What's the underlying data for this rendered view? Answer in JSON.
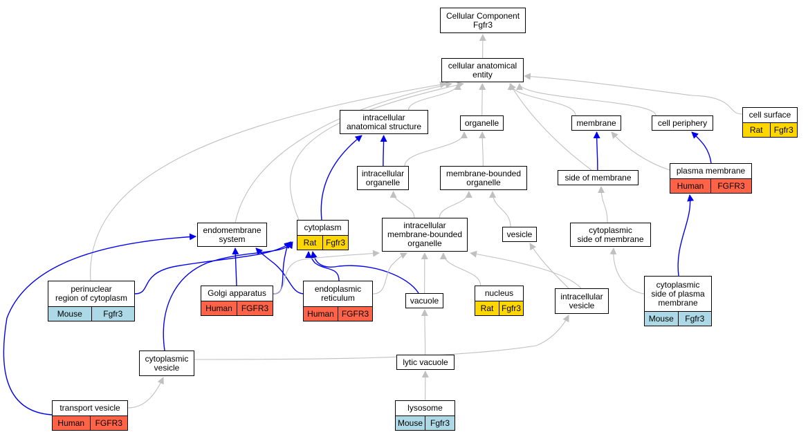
{
  "colors": {
    "gray_edge": "#c0c0c0",
    "blue_edge": "#0000ee",
    "Rat": "#ffd700",
    "Human": "#ff6347",
    "Mouse": "#add8e6"
  },
  "nodes": [
    {
      "id": "root",
      "label": "Cellular Component\nFgfr3",
      "tags": []
    },
    {
      "id": "cae",
      "label": "cellular anatomical\nentity",
      "tags": []
    },
    {
      "id": "ias",
      "label": "intracellular\nanatomical structure",
      "tags": []
    },
    {
      "id": "organelle",
      "label": "organelle",
      "tags": []
    },
    {
      "id": "membrane",
      "label": "membrane",
      "tags": []
    },
    {
      "id": "cellperiph",
      "label": "cell periphery",
      "tags": []
    },
    {
      "id": "cellsurface",
      "label": "cell surface",
      "tags": [
        {
          "s": "Rat",
          "g": "Fgfr3"
        }
      ]
    },
    {
      "id": "io",
      "label": "intracellular\norganelle",
      "tags": []
    },
    {
      "id": "mbo",
      "label": "membrane-bounded\norganelle",
      "tags": []
    },
    {
      "id": "som",
      "label": "side of membrane",
      "tags": []
    },
    {
      "id": "pm",
      "label": "plasma membrane",
      "tags": [
        {
          "s": "Human",
          "g": "FGFR3"
        }
      ]
    },
    {
      "id": "endo",
      "label": "endomembrane\nsystem",
      "tags": []
    },
    {
      "id": "cyto",
      "label": "cytoplasm",
      "tags": [
        {
          "s": "Rat",
          "g": "Fgfr3"
        }
      ]
    },
    {
      "id": "imbo",
      "label": "intracellular\nmembrane-bounded\norganelle",
      "tags": []
    },
    {
      "id": "vesicle",
      "label": "vesicle",
      "tags": []
    },
    {
      "id": "csm",
      "label": "cytoplasmic\nside of membrane",
      "tags": []
    },
    {
      "id": "perinuc",
      "label": "perinuclear\nregion of cytoplasm",
      "tags": [
        {
          "s": "Mouse",
          "g": "Fgfr3"
        }
      ]
    },
    {
      "id": "golgi",
      "label": "Golgi apparatus",
      "tags": [
        {
          "s": "Human",
          "g": "FGFR3"
        }
      ]
    },
    {
      "id": "er",
      "label": "endoplasmic\nreticulum",
      "tags": [
        {
          "s": "Human",
          "g": "FGFR3"
        }
      ]
    },
    {
      "id": "vacuole",
      "label": "vacuole",
      "tags": []
    },
    {
      "id": "nucleus",
      "label": "nucleus",
      "tags": [
        {
          "s": "Rat",
          "g": "Fgfr3"
        }
      ]
    },
    {
      "id": "icv",
      "label": "intracellular\nvesicle",
      "tags": []
    },
    {
      "id": "cspm",
      "label": "cytoplasmic\nside of plasma\nmembrane",
      "tags": [
        {
          "s": "Mouse",
          "g": "Fgfr3"
        }
      ]
    },
    {
      "id": "cv",
      "label": "cytoplasmic\nvesicle",
      "tags": []
    },
    {
      "id": "lv",
      "label": "lytic vacuole",
      "tags": []
    },
    {
      "id": "tv",
      "label": "transport vesicle",
      "tags": [
        {
          "s": "Human",
          "g": "FGFR3"
        }
      ]
    },
    {
      "id": "lyso",
      "label": "lysosome",
      "tags": [
        {
          "s": "Mouse",
          "g": "Fgfr3"
        }
      ]
    }
  ],
  "edges": [
    {
      "from": "cae",
      "to": "root",
      "type": "gray"
    },
    {
      "from": "ias",
      "to": "cae",
      "type": "gray"
    },
    {
      "from": "organelle",
      "to": "cae",
      "type": "gray"
    },
    {
      "from": "membrane",
      "to": "cae",
      "type": "gray"
    },
    {
      "from": "cellperiph",
      "to": "cae",
      "type": "gray"
    },
    {
      "from": "cellsurface",
      "to": "cae",
      "type": "gray"
    },
    {
      "from": "endo",
      "to": "cae",
      "type": "gray"
    },
    {
      "from": "perinuc",
      "to": "cae",
      "type": "gray"
    },
    {
      "from": "cyto",
      "to": "cae",
      "type": "gray"
    },
    {
      "from": "som",
      "to": "cae",
      "type": "gray"
    },
    {
      "from": "io",
      "to": "ias",
      "type": "blue"
    },
    {
      "from": "cyto",
      "to": "ias",
      "type": "blue"
    },
    {
      "from": "io",
      "to": "organelle",
      "type": "gray"
    },
    {
      "from": "mbo",
      "to": "organelle",
      "type": "gray"
    },
    {
      "from": "som",
      "to": "membrane",
      "type": "blue"
    },
    {
      "from": "pm",
      "to": "membrane",
      "type": "gray"
    },
    {
      "from": "pm",
      "to": "cellperiph",
      "type": "blue"
    },
    {
      "from": "imbo",
      "to": "io",
      "type": "gray"
    },
    {
      "from": "imbo",
      "to": "mbo",
      "type": "gray"
    },
    {
      "from": "vesicle",
      "to": "mbo",
      "type": "gray"
    },
    {
      "from": "csm",
      "to": "som",
      "type": "gray"
    },
    {
      "from": "cspm",
      "to": "pm",
      "type": "blue"
    },
    {
      "from": "cspm",
      "to": "csm",
      "type": "gray"
    },
    {
      "from": "golgi",
      "to": "endo",
      "type": "blue"
    },
    {
      "from": "er",
      "to": "endo",
      "type": "blue"
    },
    {
      "from": "tv",
      "to": "endo",
      "type": "blue"
    },
    {
      "from": "perinuc",
      "to": "cyto",
      "type": "blue"
    },
    {
      "from": "golgi",
      "to": "cyto",
      "type": "blue"
    },
    {
      "from": "er",
      "to": "cyto",
      "type": "blue"
    },
    {
      "from": "vacuole",
      "to": "cyto",
      "type": "blue"
    },
    {
      "from": "cv",
      "to": "cyto",
      "type": "blue"
    },
    {
      "from": "golgi",
      "to": "imbo",
      "type": "gray"
    },
    {
      "from": "er",
      "to": "imbo",
      "type": "gray"
    },
    {
      "from": "vacuole",
      "to": "imbo",
      "type": "gray"
    },
    {
      "from": "nucleus",
      "to": "imbo",
      "type": "gray"
    },
    {
      "from": "icv",
      "to": "imbo",
      "type": "gray"
    },
    {
      "from": "icv",
      "to": "vesicle",
      "type": "gray"
    },
    {
      "from": "lv",
      "to": "vacuole",
      "type": "gray"
    },
    {
      "from": "cv",
      "to": "icv",
      "type": "gray"
    },
    {
      "from": "tv",
      "to": "cv",
      "type": "gray"
    },
    {
      "from": "lyso",
      "to": "lv",
      "type": "gray"
    }
  ]
}
